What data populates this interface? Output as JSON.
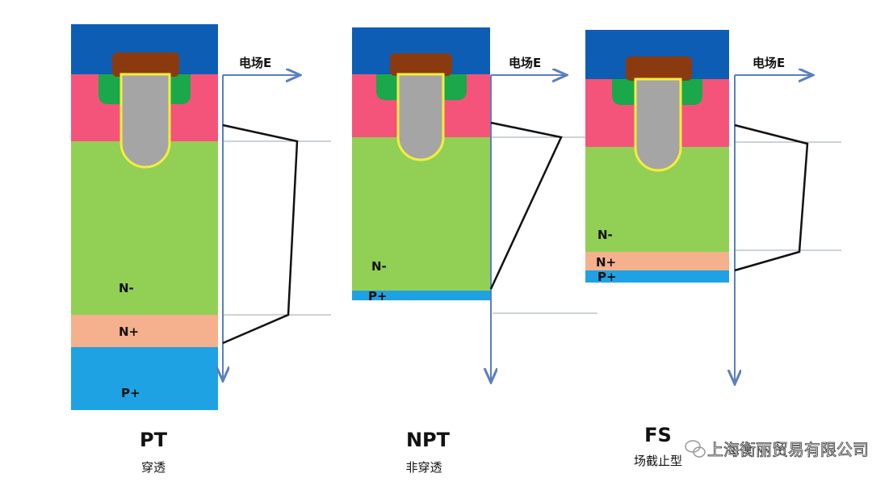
{
  "colors": {
    "oxide": "#0d5db5",
    "metal": "#8b3a0f",
    "pbody": "#f4547a",
    "source": "#1aa84a",
    "gate": "#a5a5a5",
    "gate_ox": "#f5ee3a",
    "ndrift": "#92cf55",
    "nbuffer": "#f5b08e",
    "pcollector": "#1ea2e4"
  },
  "axis_label": "电场E",
  "devices": [
    {
      "title": "PT",
      "subtitle": "穿透",
      "layers": [
        "N-",
        "N+",
        "P+"
      ]
    },
    {
      "title": "NPT",
      "subtitle": "非穿透",
      "layers": [
        "N-",
        "P+"
      ]
    },
    {
      "title": "FS",
      "subtitle": "场截止型",
      "layers": [
        "N-",
        "N+",
        "P+"
      ]
    }
  ],
  "watermark": "上海衡丽贸易有限公司"
}
